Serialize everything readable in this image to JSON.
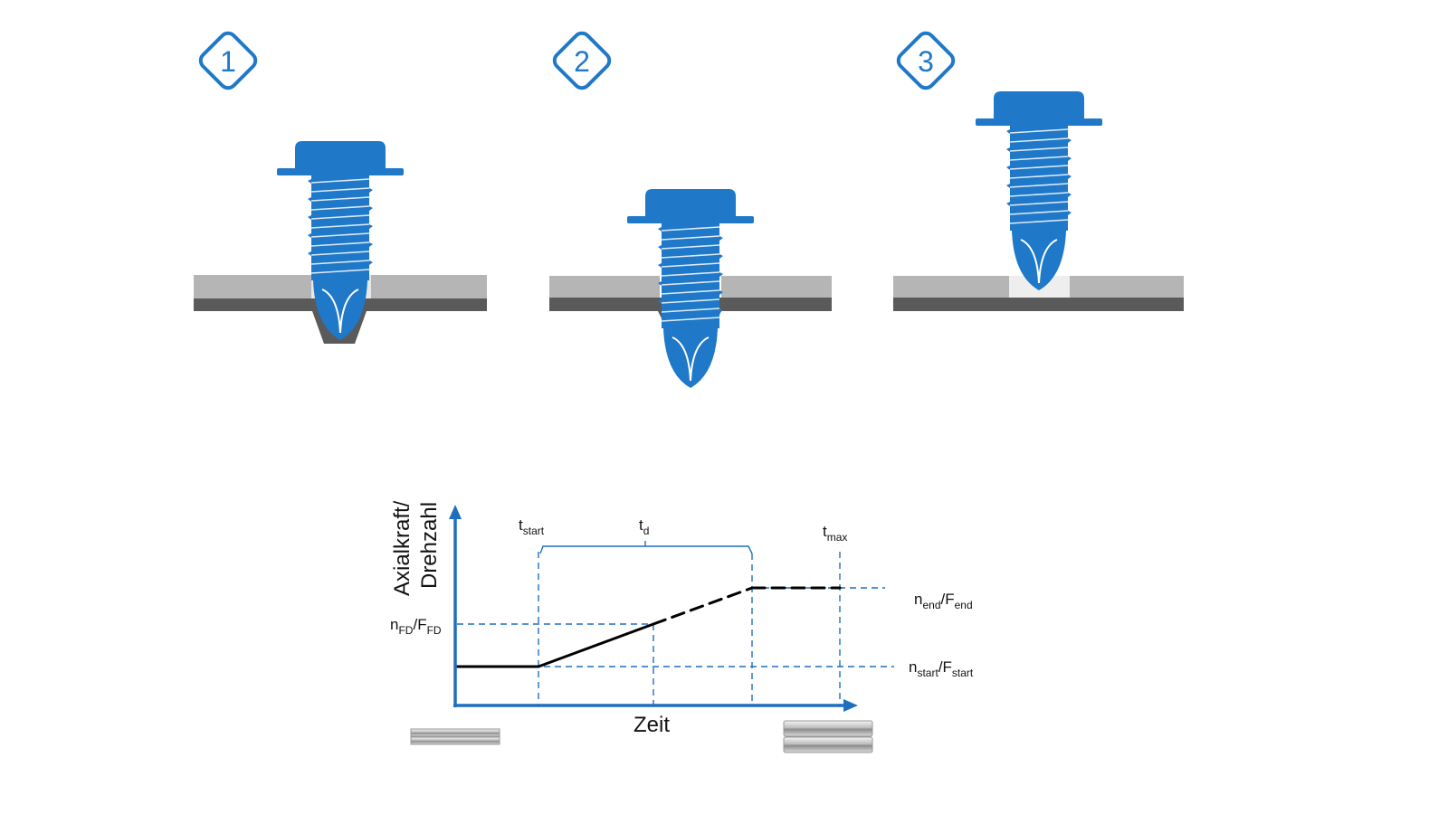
{
  "steps": [
    {
      "number": "1"
    },
    {
      "number": "2"
    },
    {
      "number": "3"
    }
  ],
  "colors": {
    "screw_blue": "#1f78c8",
    "axis_blue": "#1f6fc0",
    "sheet_light": "#b5b5b5",
    "sheet_dark": "#5a5a5a",
    "curve": "#000000",
    "guide": "#1f6fc0"
  },
  "icons": [
    "step-badge-icon",
    "flow-drill-screw-icon",
    "sheet-metal-icon",
    "plate-stack-icon"
  ],
  "chart": {
    "y_label_line1": "Axialkraft/",
    "y_label_line2": "Drehzahl",
    "x_label": "Zeit",
    "t_start": {
      "main": "t",
      "sub": "start"
    },
    "t_d": {
      "main": "t",
      "sub": "d"
    },
    "t_max": {
      "main": "t",
      "sub": "max"
    },
    "n_fd": {
      "n": "n",
      "n_sub": "FD",
      "sep": "/F",
      "f_sub": "FD"
    },
    "n_end": {
      "n": "n",
      "n_sub": "end",
      "sep": "/F",
      "f_sub": "end"
    },
    "n_start": {
      "n": "n",
      "n_sub": "start",
      "sep": "/F",
      "f_sub": "start"
    }
  }
}
